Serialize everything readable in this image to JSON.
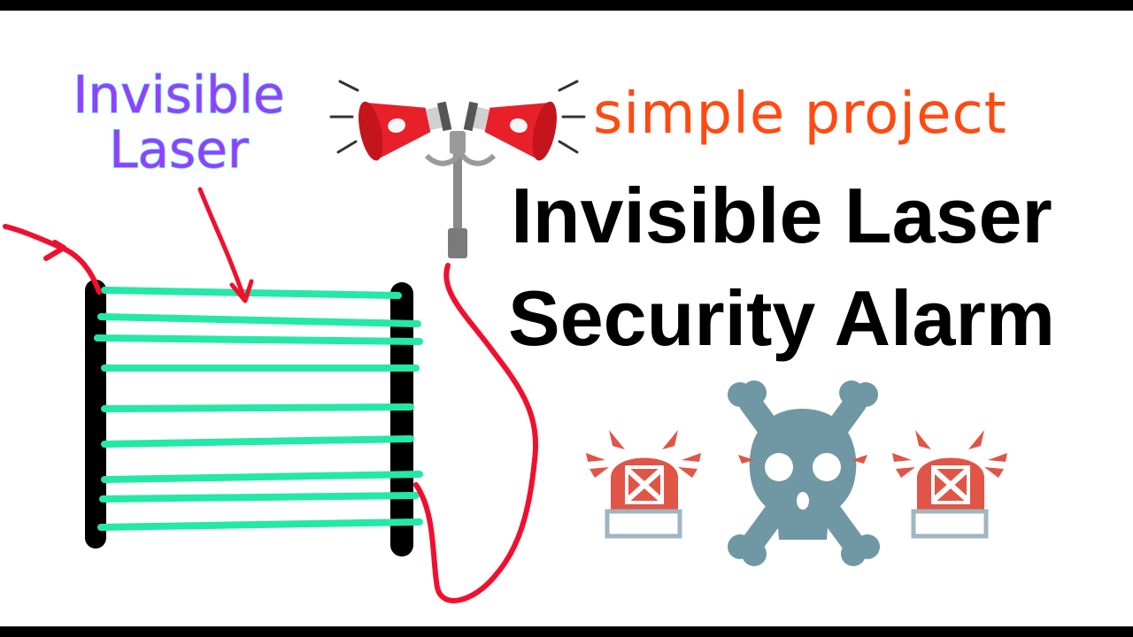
{
  "label": {
    "line1": "Invisible",
    "line2": "Laser"
  },
  "tagline": "simple project",
  "title": {
    "line1": "Invisible Laser",
    "line2": "Security Alarm"
  },
  "colors": {
    "laser": "#24e8a6",
    "wire": "#f0102e",
    "post": "#000000",
    "speaker": "#e8202a",
    "skull": "#6f97a4",
    "beacon": "#e05546",
    "beacon_base": "#9fb6c1",
    "label_text": "#9a3cff",
    "label_outline": "#3ee0ff",
    "tagline": "#ff4a12"
  },
  "icons": [
    "loudspeaker-icon",
    "skull-crossbones-icon",
    "alarm-beacon-icon"
  ]
}
